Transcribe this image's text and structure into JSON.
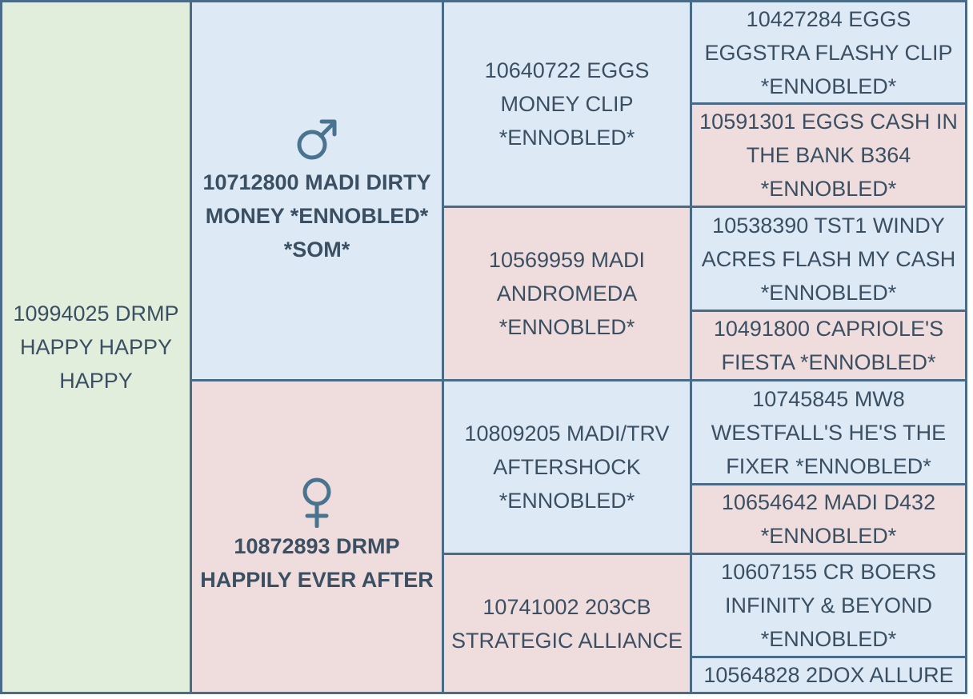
{
  "subject": "10994025 DRMP HAPPY HAPPY HAPPY",
  "sire": {
    "name": "10712800 MADI DIRTY MONEY *ENNOBLED* *SOM*",
    "sire": {
      "name": "10640722 EGGS MONEY CLIP *ENNOBLED*",
      "sire": "10427284 EGGS EGGSTRA FLASHY CLIP *ENNOBLED*",
      "dam": "10591301 EGGS CASH IN THE BANK B364 *ENNOBLED*"
    },
    "dam": {
      "name": "10569959 MADI ANDROMEDA *ENNOBLED*",
      "sire": "10538390 TST1 WINDY ACRES FLASH MY CASH *ENNOBLED*",
      "dam": "10491800 CAPRIOLE'S FIESTA *ENNOBLED*"
    }
  },
  "dam": {
    "name": "10872893 DRMP HAPPILY EVER AFTER",
    "sire": {
      "name": "10809205 MADI/TRV AFTERSHOCK *ENNOBLED*",
      "sire": "10745845 MW8 WESTFALL'S HE'S THE FIXER *ENNOBLED*",
      "dam": "10654642 MADI D432 *ENNOBLED*"
    },
    "dam": {
      "name": "10741002 203CB STRATEGIC ALLIANCE",
      "sire": "10607155 CR BOERS INFINITY & BEYOND *ENNOBLED*",
      "dam": "10564828 2DOX ALLURE"
    }
  },
  "icons": {
    "male": "male-symbol-icon",
    "female": "female-symbol-icon"
  },
  "colors": {
    "subject_bg": "#e1eedc",
    "male_bg": "#ddeaf5",
    "female_bg": "#efdddd",
    "border": "#4a6b88",
    "text": "#3b4f63"
  }
}
